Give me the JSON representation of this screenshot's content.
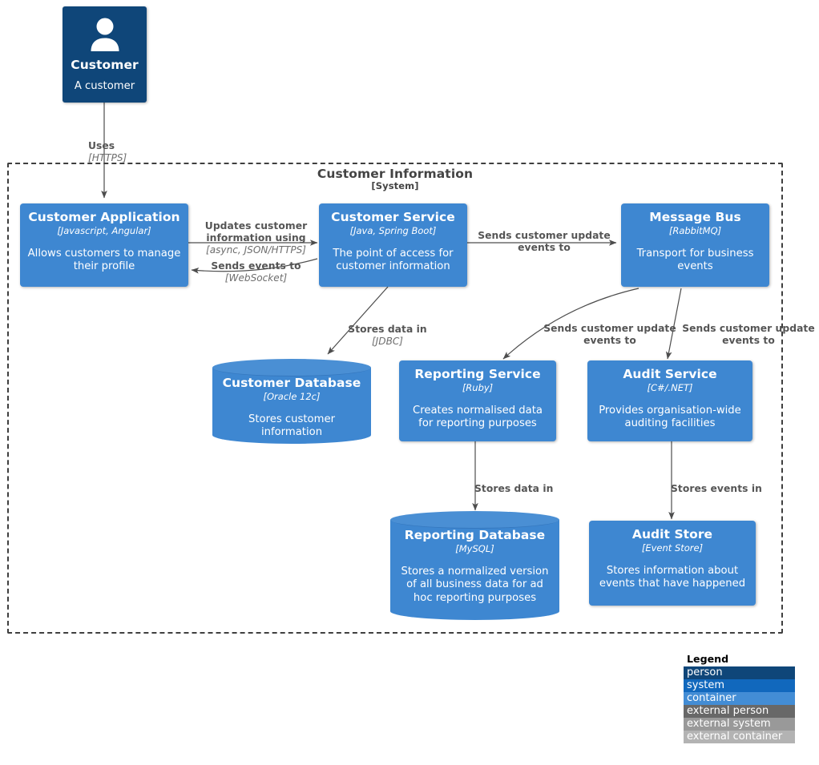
{
  "diagram": {
    "type": "C4 Container diagram",
    "boundary": {
      "title": "Customer Information",
      "subtitle": "[System]"
    }
  },
  "nodes": [
    {
      "id": "customer",
      "kind": "person",
      "name": "Customer",
      "tech": "",
      "desc": "A customer",
      "color": "#0F4679"
    },
    {
      "id": "customer-application",
      "kind": "container",
      "name": "Customer Application",
      "tech": "[Javascript, Angular]",
      "desc": "Allows customers to manage their profile",
      "color": "#3E87D1"
    },
    {
      "id": "customer-service",
      "kind": "container",
      "name": "Customer Service",
      "tech": "[Java, Spring Boot]",
      "desc": "The point of access for customer information",
      "color": "#3E87D1"
    },
    {
      "id": "message-bus",
      "kind": "container",
      "name": "Message Bus",
      "tech": "[RabbitMQ]",
      "desc": "Transport for business events",
      "color": "#3E87D1"
    },
    {
      "id": "customer-database",
      "kind": "database",
      "name": "Customer Database",
      "tech": "[Oracle 12c]",
      "desc": "Stores customer information",
      "color": "#3E87D1"
    },
    {
      "id": "reporting-service",
      "kind": "container",
      "name": "Reporting Service",
      "tech": "[Ruby]",
      "desc": "Creates normalised data for reporting purposes",
      "color": "#3E87D1"
    },
    {
      "id": "audit-service",
      "kind": "container",
      "name": "Audit Service",
      "tech": "[C#/.NET]",
      "desc": "Provides organisation-wide auditing facilities",
      "color": "#3E87D1"
    },
    {
      "id": "reporting-database",
      "kind": "database",
      "name": "Reporting Database",
      "tech": "[MySQL]",
      "desc": "Stores a normalized version of all business data for ad hoc reporting purposes",
      "color": "#3E87D1"
    },
    {
      "id": "audit-store",
      "kind": "container",
      "name": "Audit Store",
      "tech": "[Event Store]",
      "desc": "Stores information about events that have happened",
      "color": "#3E87D1"
    }
  ],
  "edges": [
    {
      "id": "e1",
      "from": "customer",
      "to": "customer-application",
      "label": "Uses",
      "tech": "[HTTPS]"
    },
    {
      "id": "e2",
      "from": "customer-application",
      "to": "customer-service",
      "label": "Updates customer information using",
      "tech": "[async, JSON/HTTPS]"
    },
    {
      "id": "e3",
      "from": "customer-service",
      "to": "customer-application",
      "label": "Sends events to",
      "tech": "[WebSocket]"
    },
    {
      "id": "e4",
      "from": "customer-service",
      "to": "message-bus",
      "label": "Sends customer update events to",
      "tech": ""
    },
    {
      "id": "e5",
      "from": "customer-service",
      "to": "customer-database",
      "label": "Stores data in",
      "tech": "[JDBC]"
    },
    {
      "id": "e6",
      "from": "message-bus",
      "to": "reporting-service",
      "label": "Sends customer update events to",
      "tech": ""
    },
    {
      "id": "e7",
      "from": "message-bus",
      "to": "audit-service",
      "label": "Sends customer update events to",
      "tech": ""
    },
    {
      "id": "e8",
      "from": "reporting-service",
      "to": "reporting-database",
      "label": "Stores data in",
      "tech": ""
    },
    {
      "id": "e9",
      "from": "audit-service",
      "to": "audit-store",
      "label": "Stores events in",
      "tech": ""
    }
  ],
  "legend": {
    "title": "Legend",
    "items": [
      {
        "label": "person",
        "color": "#0F4679"
      },
      {
        "label": "system",
        "color": "#1168BD"
      },
      {
        "label": "container",
        "color": "#438DD5"
      },
      {
        "label": "external person",
        "color": "#686868"
      },
      {
        "label": "external system",
        "color": "#999999"
      },
      {
        "label": "external container",
        "color": "#B3B3B3"
      }
    ]
  }
}
